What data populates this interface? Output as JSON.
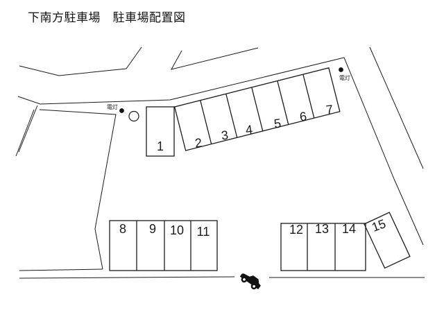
{
  "page": {
    "title": "下南方駐車場　駐車場配置図"
  },
  "colors": {
    "ink": "#1a1a1a",
    "background": "#ffffff"
  },
  "diagram": {
    "type": "parking-lot-layout-map",
    "lamps": [
      {
        "label": "電灯",
        "position": "near space 1"
      },
      {
        "label": "電灯",
        "position": "near space 7"
      }
    ],
    "icons": {
      "car": "car-icon",
      "lamp": "lamp-dot-icon",
      "round_marker": "circle-marker-icon"
    },
    "spaces": [
      {
        "label": "1"
      },
      {
        "label": "2"
      },
      {
        "label": "3"
      },
      {
        "label": "4"
      },
      {
        "label": "5"
      },
      {
        "label": "6"
      },
      {
        "label": "7"
      },
      {
        "label": "8"
      },
      {
        "label": "9"
      },
      {
        "label": "10"
      },
      {
        "label": "11"
      },
      {
        "label": "12"
      },
      {
        "label": "13"
      },
      {
        "label": "14"
      },
      {
        "label": "15"
      }
    ]
  }
}
